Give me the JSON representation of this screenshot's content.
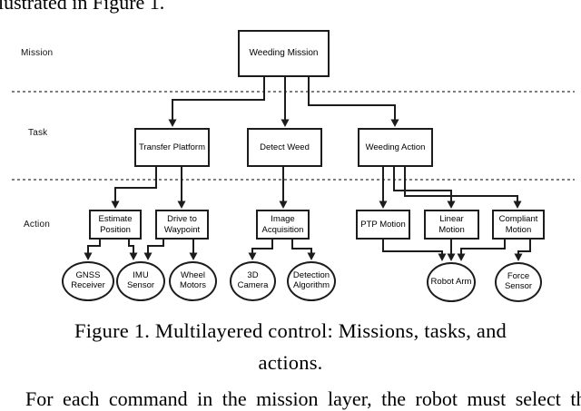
{
  "surrounding_text": {
    "top_fragment": "lustrated in Figure 1.",
    "bottom_fragment": "For each command in the mission layer, the robot must select the"
  },
  "figure": {
    "layers": {
      "mission": "Mission",
      "task": "Task",
      "action": "Action"
    },
    "nodes": {
      "mission": "Weeding Mission",
      "tasks": [
        "Transfer Platform",
        "Detect Weed",
        "Weeding Action"
      ],
      "actions": [
        "Estimate Position",
        "Drive to Waypoint",
        "Image Acquisition",
        "PTP Motion",
        "Linear Motion",
        "Compliant Motion"
      ],
      "hardware": [
        "GNSS Receiver",
        "IMU Sensor",
        "Wheel Motors",
        "3D Camera",
        "Detection Algorithm",
        "Robot Arm",
        "Force Sensor"
      ]
    },
    "caption": {
      "line1": "Figure 1. Multilayered control: Missions, tasks, and",
      "line2": "actions."
    },
    "colors": {
      "line": "#1c1c1c",
      "background": "#ffffff",
      "text": "#000000"
    }
  }
}
